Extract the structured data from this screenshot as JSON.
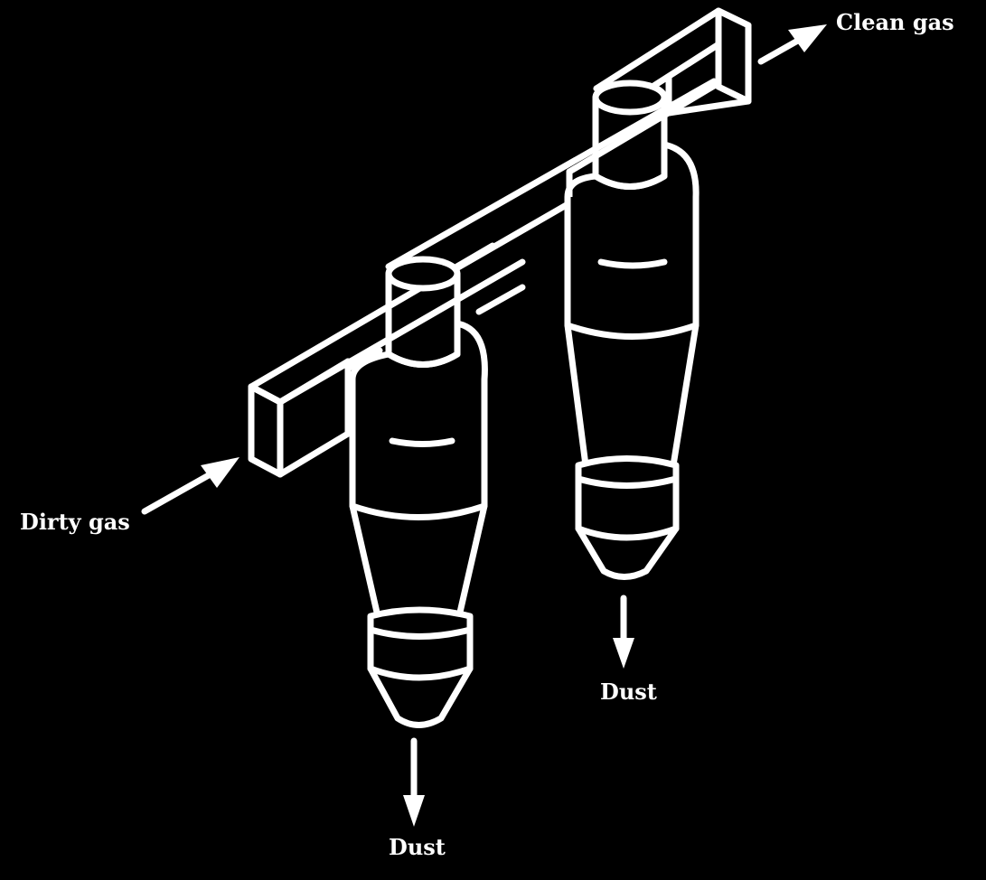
{
  "diagram": {
    "background": "#000000",
    "line_color": "#ffffff",
    "labels": {
      "inlet": "Dirty gas",
      "outlet": "Clean gas",
      "dust_left": "Dust",
      "dust_right": "Dust"
    }
  }
}
